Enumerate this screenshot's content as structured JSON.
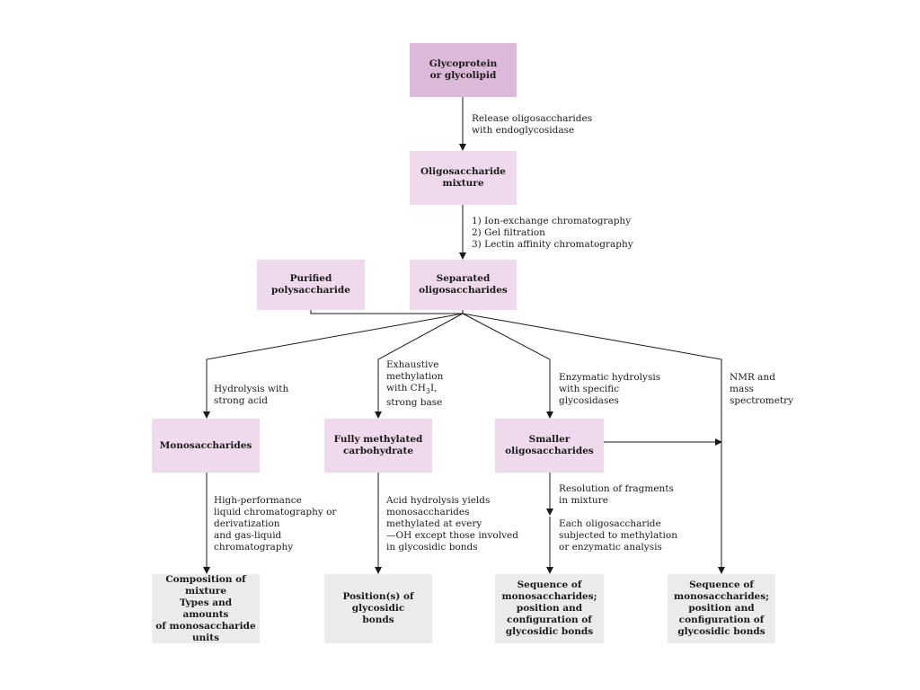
{
  "boxes": {
    "glycoprotein": "Glycoprotein\nor glycolipid",
    "mixture": "Oligosaccharide\nmixture",
    "purified": "Purified\npolysaccharide",
    "separated": "Separated\noligosaccharides",
    "monosaccharides": "Monosaccharides",
    "fully_methylated": "Fully methylated\ncarbohydrate",
    "smaller": "Smaller\noligosaccharides",
    "composition": "Composition of\nmixture\nTypes and amounts\nof  monosaccharide\nunits",
    "positions": "Position(s) of\nglycosidic\nbonds",
    "sequence1": "Sequence of\nmonosaccharides;\nposition and\nconfiguration of\nglycosidic bonds",
    "sequence2": "Sequence of\nmonosaccharides;\nposition and\nconfiguration of\nglycosidic bonds"
  },
  "labels": {
    "release": "Release oligosaccharides\nwith endoglycosidase",
    "separation_steps": "1) Ion-exchange chromatography\n2) Gel filtration\n3) Lectin affinity chromatography",
    "hydrolysis": "Hydrolysis with\nstrong acid",
    "methylation_1": "Exhaustive\nmethylation\nwith CH",
    "methylation_sub": "3",
    "methylation_2": "I,",
    "methylation_3": "strong base",
    "enzymatic": "Enzymatic hydrolysis\nwith specific\nglycosidases",
    "nmr": "NMR and\nmass\nspectrometry",
    "hplc": "High-performance\nliquid chromatography or\nderivatization\nand gas-liquid\nchromatography",
    "acid_hydrolysis": "Acid hydrolysis yields\nmonosaccharides\nmethylated at every\n—OH except those involved\nin glycosidic bonds",
    "resolution": "Resolution of fragments\nin mixture",
    "each_oligo": "Each oligosaccharide\nsubjected to methylation\nor enzymatic analysis"
  }
}
